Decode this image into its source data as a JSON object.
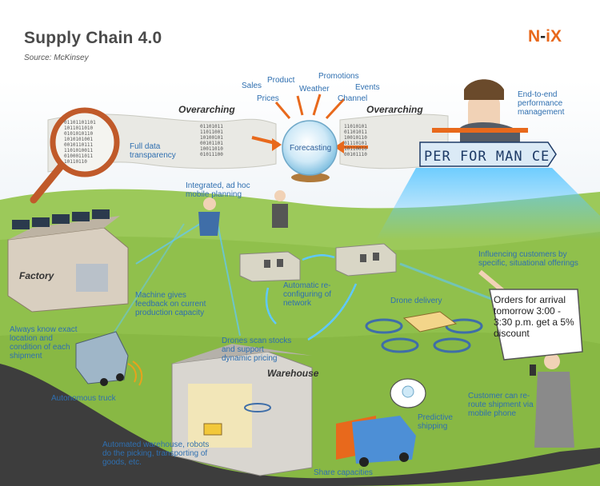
{
  "header": {
    "title": "Supply Chain 4.0",
    "source": "Source: McKinsey",
    "logo_n": "N",
    "logo_dash": "-",
    "logo_ix": "iX"
  },
  "labels": {
    "overarching_left": "Overarching",
    "overarching_right": "Overarching",
    "forecasting": "Forecasting",
    "sales": "Sales",
    "product": "Product",
    "promotions": "Promotions",
    "prices": "Prices",
    "weather": "Weather",
    "events": "Events",
    "channel": "Channel",
    "full_data_transparency": "Full data transparency",
    "end_to_end": "End-to-end performance management",
    "performance_sign": "PER FOR MAN CE",
    "integrated_planning": "Integrated, ad hoc mobile planning",
    "factory": "Factory",
    "machine_feedback": "Machine gives feedback on current production capacity",
    "automatic_reconfig": "Automatic re-configuring of network",
    "influencing_customers": "Influencing customers by specific, situational offerings",
    "drone_delivery": "Drone delivery",
    "orders_bubble": "Orders for arrival tomorrow 3:00 - 3:30 p.m. get a 5% discount",
    "always_know": "Always know exact location and condition of each shipment",
    "drones_scan": "Drones scan stocks and support dynamic pricing",
    "warehouse": "Warehouse",
    "autonomous_truck": "Autonomous truck",
    "customer_reroute": "Customer can re-route shipment via mobile phone",
    "predictive_shipping": "Predictive shipping",
    "automated_warehouse": "Automated warehouse, robots do the picking, transporting of goods, etc.",
    "share_capacities": "Share capacities"
  },
  "colors": {
    "label_blue": "#2f6fb0",
    "accent_orange": "#e8691c",
    "grass": "#8fbf4a",
    "road": "#3d3d3d",
    "beam": "#5fc8ff"
  },
  "icons": [
    "magnifier-icon",
    "crystal-ball-icon",
    "factory-icon",
    "warehouse-icon",
    "truck-icon",
    "drone-icon",
    "person-icon",
    "phone-icon",
    "light-bulb-icon"
  ]
}
